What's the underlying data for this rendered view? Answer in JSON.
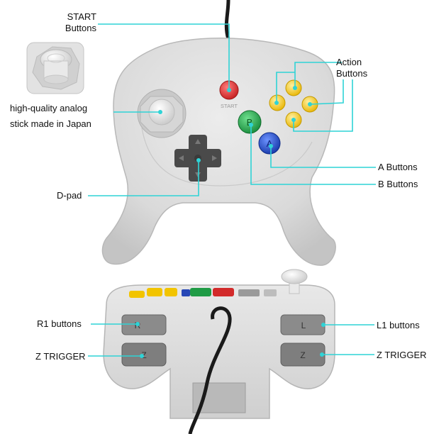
{
  "labels": {
    "start_line1": "START",
    "start_line2": "Buttons",
    "action_line1": "Action",
    "action_line2": "Buttons",
    "analog_line1": "high-quality analog",
    "analog_line2": "stick made in Japan",
    "dpad": "D-pad",
    "a_buttons": "A Buttons",
    "b_buttons": "B Buttons",
    "r1": "R1 buttons",
    "l1": "L1 buttons",
    "z_left": "Z TRIGGER",
    "z_right": "Z TRIGGER"
  },
  "controller_text": {
    "start": "START",
    "a": "A",
    "b": "B",
    "r": "R",
    "l": "L",
    "z": "Z"
  },
  "colors": {
    "accent_line": "#2fd3d6",
    "body": "#dcdcdc",
    "start_red": "#d92b2b",
    "b_green": "#25a84a",
    "a_blue": "#1e4fc4",
    "c_yellow": "#f5c91d",
    "dpad": "#555555"
  }
}
